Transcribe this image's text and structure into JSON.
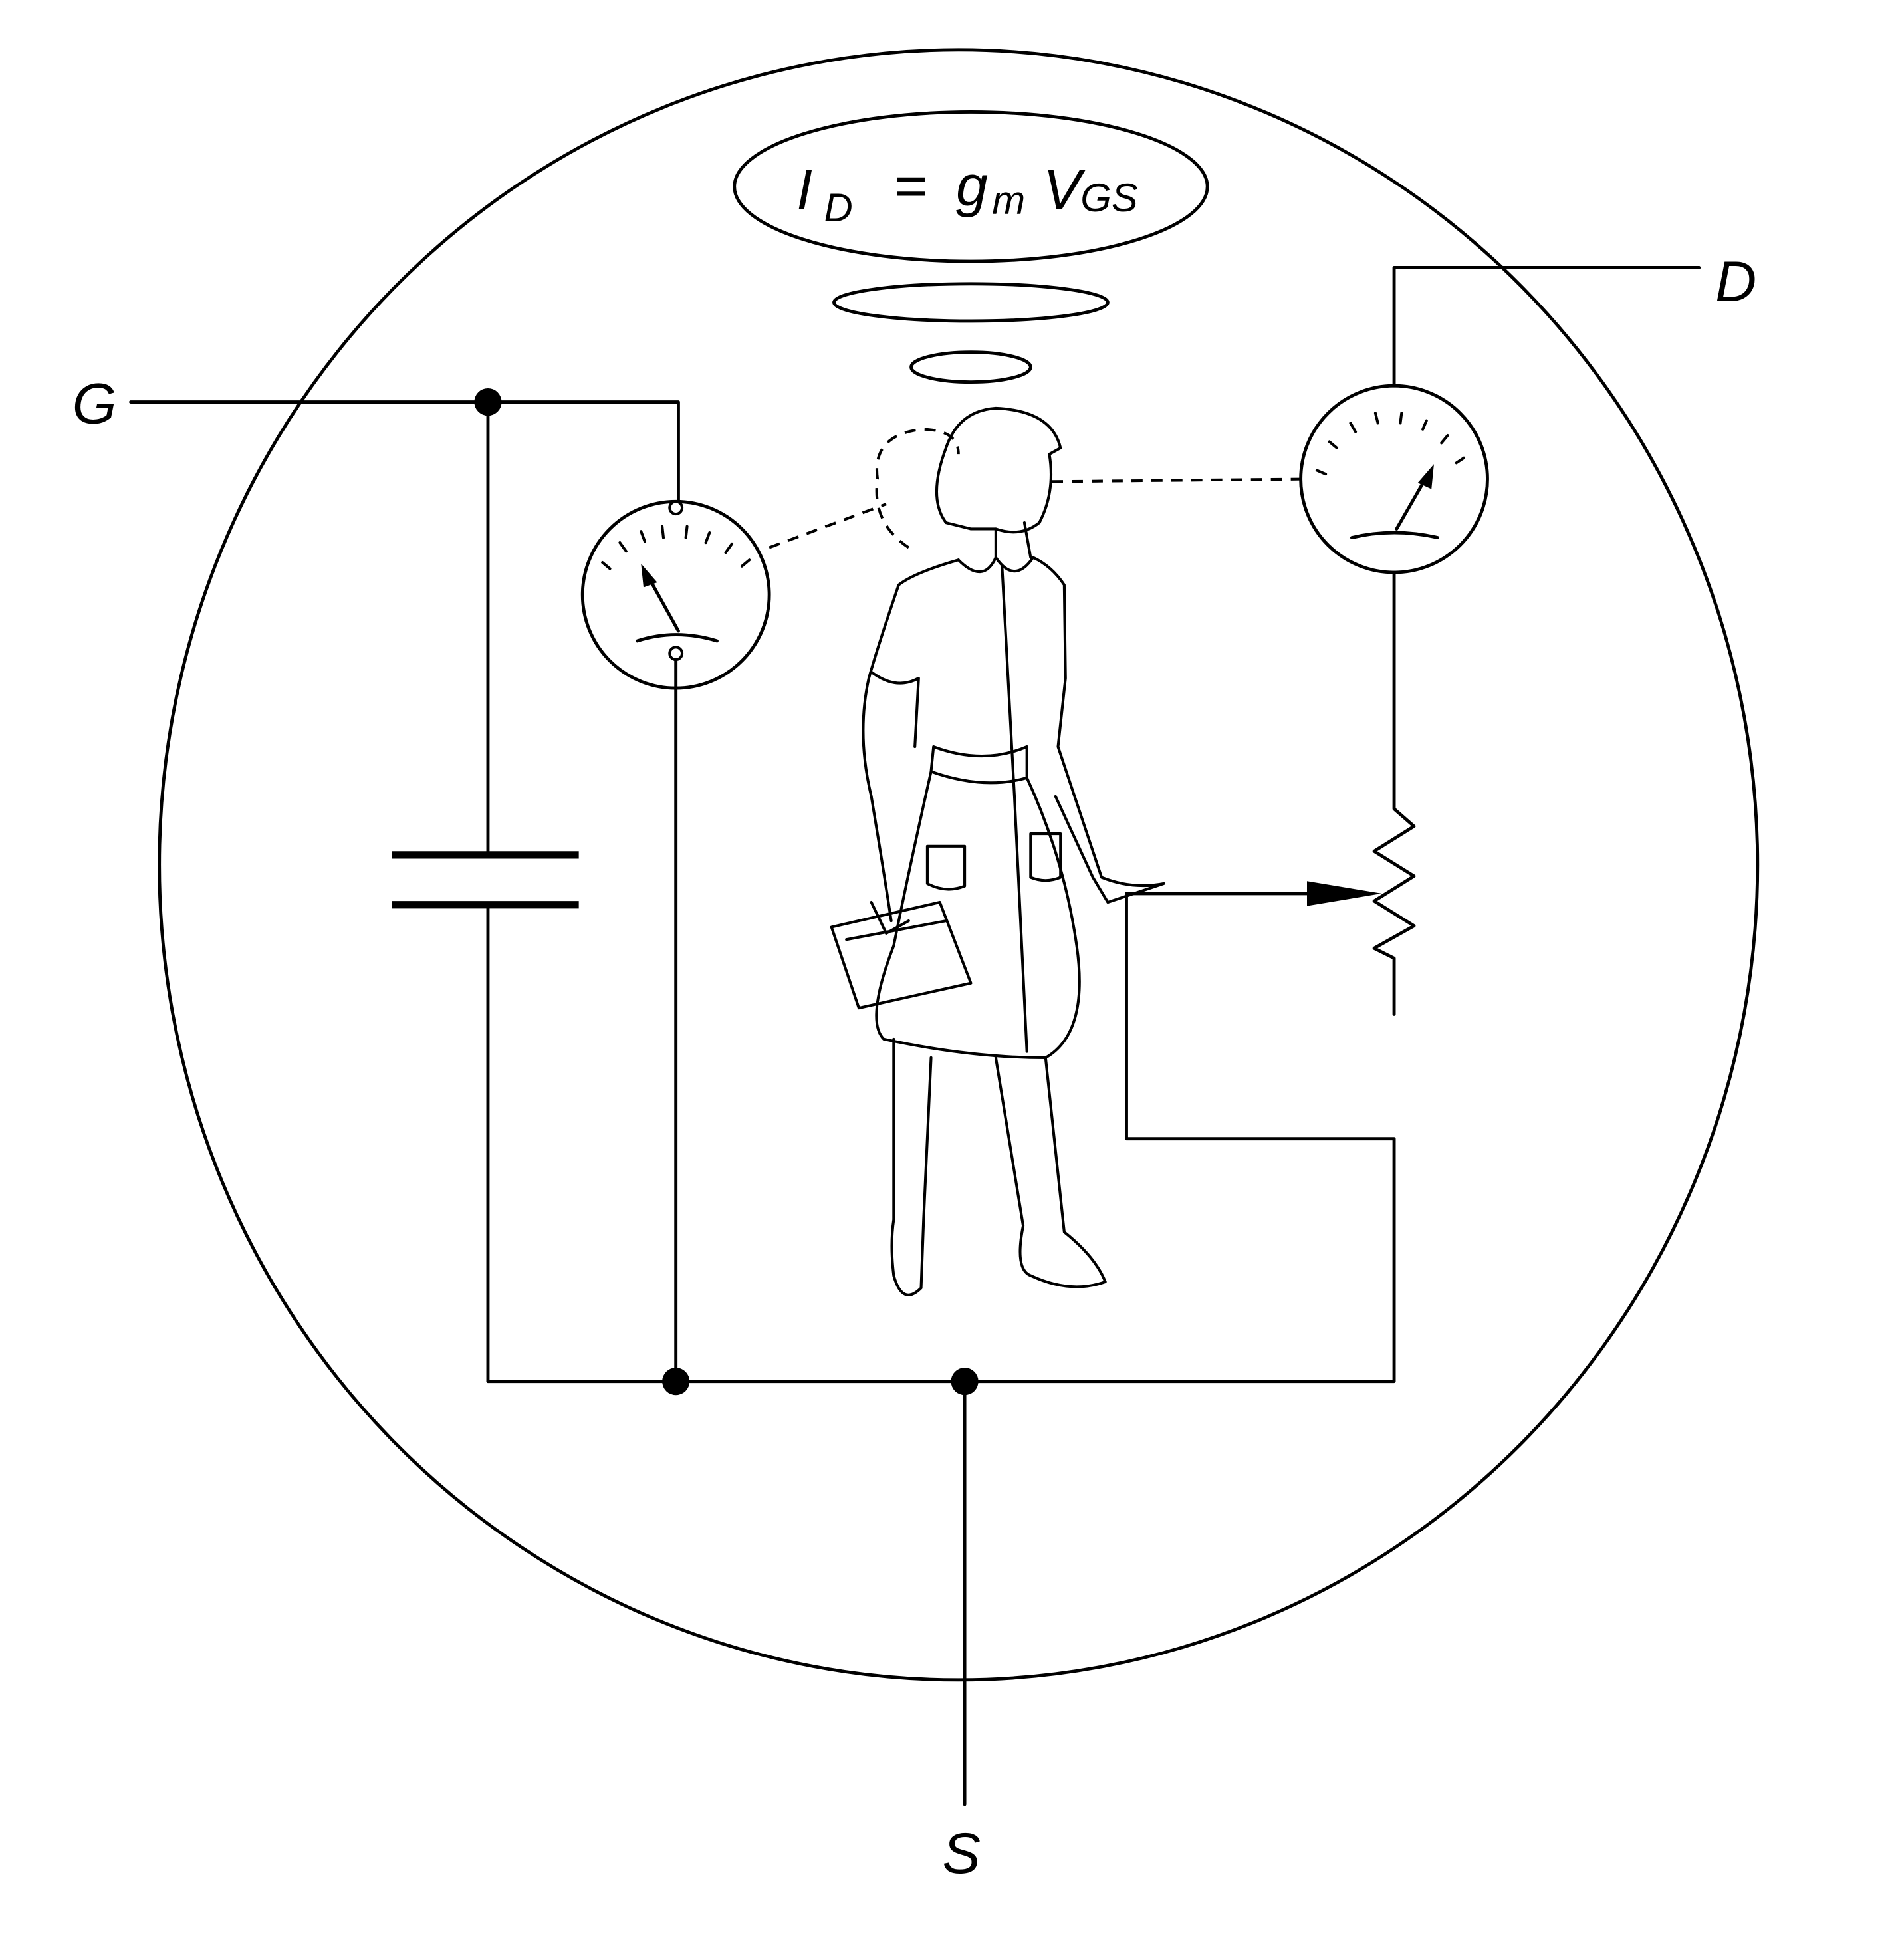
{
  "formula": {
    "I": "I",
    "D_sub": "D",
    "eq": "=",
    "g": "g",
    "m_sub": "m",
    "V": "V",
    "GS_sub": "GS"
  },
  "terminals": {
    "gate": "G",
    "drain": "D",
    "source": "S"
  },
  "colors": {
    "ink": "#000000",
    "background": "#ffffff"
  }
}
